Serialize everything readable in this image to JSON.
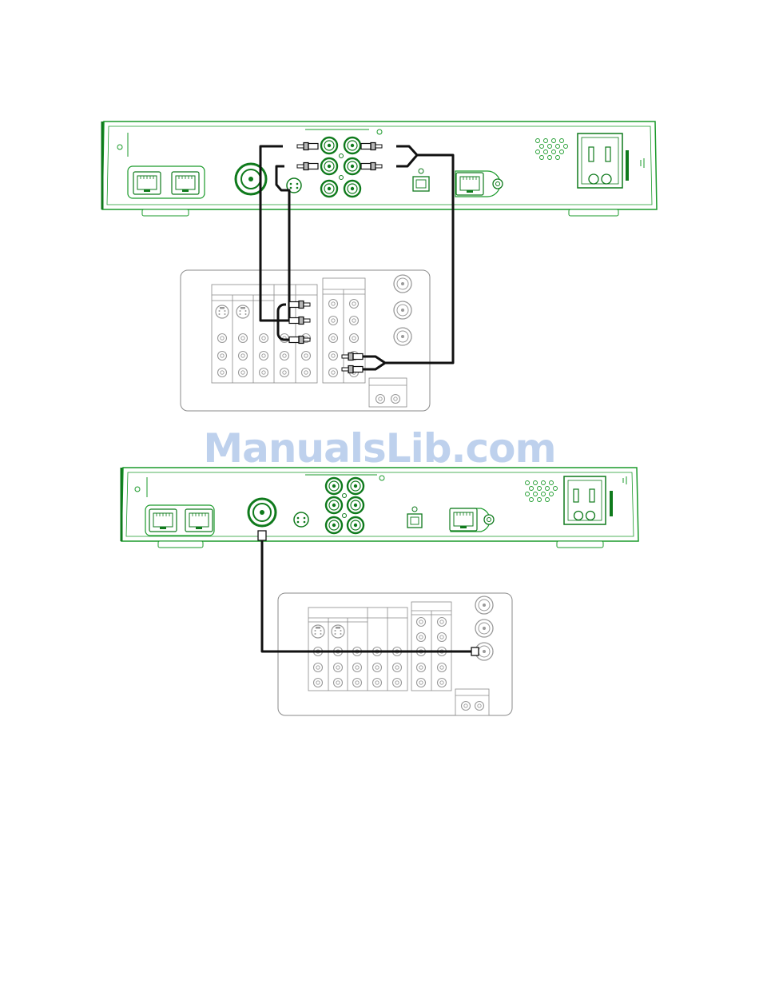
{
  "watermark": {
    "text": "ManualsLib.com"
  },
  "colors": {
    "receiver_outline": "#1a9a2a",
    "receiver_accent": "#0f7a1c",
    "tv_outline": "#8a8a8a",
    "tv_jack": "#9a9a9a",
    "cable": "#111111",
    "watermark": "#b3c9ea"
  },
  "figures": [
    {
      "name": "composite-svideo-audio-connection",
      "receiver": "satellite-receiver-back-panel",
      "tv": "tv-back-panel",
      "cables": [
        "svideo-cable",
        "video-cable",
        "audio-left-cable",
        "audio-right-cable"
      ]
    },
    {
      "name": "rf-coax-connection",
      "receiver": "satellite-receiver-back-panel",
      "tv": "tv-back-panel",
      "cables": [
        "coax-cable"
      ]
    }
  ],
  "icons": [
    "ethernet-port-icon",
    "rca-jack-icon",
    "svideo-port-icon",
    "coax-port-icon",
    "optical-port-icon",
    "power-outlet-icon",
    "vent-grille-icon",
    "cable-plug-icon"
  ]
}
